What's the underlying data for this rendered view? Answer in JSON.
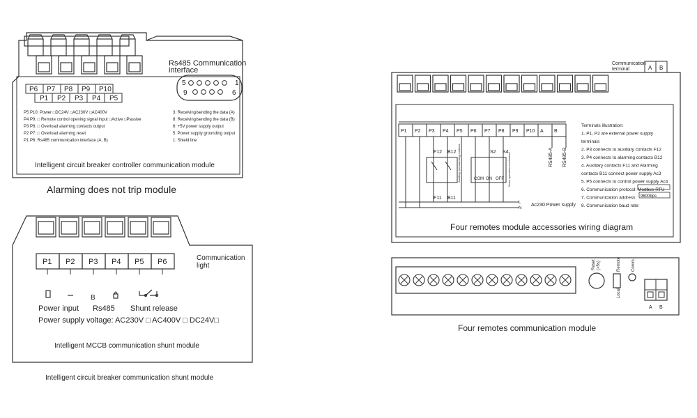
{
  "controller": {
    "comm_title": "Rs485 Communication",
    "comm_title2": "interface",
    "db9_top": [
      "5",
      "1"
    ],
    "db9_bottom": [
      "9",
      "6"
    ],
    "terminals_top": [
      "P6",
      "P7",
      "P8",
      "P9",
      "P10"
    ],
    "terminals_bottom": [
      "P1",
      "P2",
      "P3",
      "P4",
      "P5"
    ],
    "notes_left": [
      "P5 P10: Power  □DC24V  □AC230V  □AC400V",
      "P4 P9: □ Remote control opening signal input □Active □Passive",
      "P3 P8: □ Overload alarming contacts output",
      "P2 P7: □ Overload alarming reset",
      "P1 P6: Rs485 communication interface (A, B)"
    ],
    "notes_right": [
      "3: Receiving/sending the data (A)",
      "8: Receiving/sending the data (B)",
      "6: +5V power supply output",
      "5: Power supply grounding output",
      "1: Shield line"
    ],
    "module_title": "Intelligent circuit breaker controller communication module",
    "caption": "Alarming does not trip module"
  },
  "shunt": {
    "terminals": [
      "P1",
      "P2",
      "P3",
      "P4",
      "P5",
      "P6"
    ],
    "comm_light": "Communication",
    "comm_light2": "light",
    "sym_b": "B",
    "power_input": "Power input",
    "rs485": "Rs485",
    "shunt_release": "Shunt release",
    "voltage": "Power supply voltage: AC230V □ AC400V □ DC24V□",
    "module_title": "Intelligent MCCB communication shunt module",
    "caption": "Intelligent circuit breaker communication shunt module"
  },
  "wiring": {
    "comm_terminal": "Communication",
    "comm_terminal2": "terminal",
    "comm_ab": [
      "A",
      "B"
    ],
    "terminals": [
      "P1",
      "P2",
      "P3",
      "P4",
      "P5",
      "P6",
      "P7",
      "P8",
      "P9",
      "P10",
      "A",
      "B"
    ],
    "labels": {
      "f12": "F12",
      "b12": "B12",
      "f11": "F11",
      "b11": "B11",
      "s2": "S2",
      "s4": "S4",
      "com": "COM",
      "on": "ON",
      "off": "OFF",
      "rs485a": "RS485-A",
      "rs485b": "RS485-B",
      "aux": "Auxiliary and alarming contacts",
      "motor": "Motor operation mechanism",
      "ac230": "Ac230 Power supply",
      "l": "L",
      "n": "N"
    },
    "illustration": [
      "Terminals illustration:",
      "1. P1, P2 are external power supply",
      "terminals",
      "2. P3 connects to auxiliary contacts F12",
      "3. P4 connects to alarming contacts B12",
      "4. Auxiliary contacts F11 and Alarming",
      "contacts B11 connect power supply Ac3",
      "5. P5 connects to control power supply Ac4",
      "6. Communication protocol: Modbus-RTU",
      "7. Communication address:",
      "8. Communication baud rate:"
    ],
    "baud": "9600bps",
    "title": "Four remotes module accessories wiring diagram"
  },
  "remotes": {
    "reset_label": "Reset",
    "reset_label2": "(>5s)",
    "remote": "Remote",
    "local": "Local",
    "comm": "Comm.",
    "ab": [
      "A",
      "B"
    ],
    "caption": "Four remotes communication module"
  }
}
